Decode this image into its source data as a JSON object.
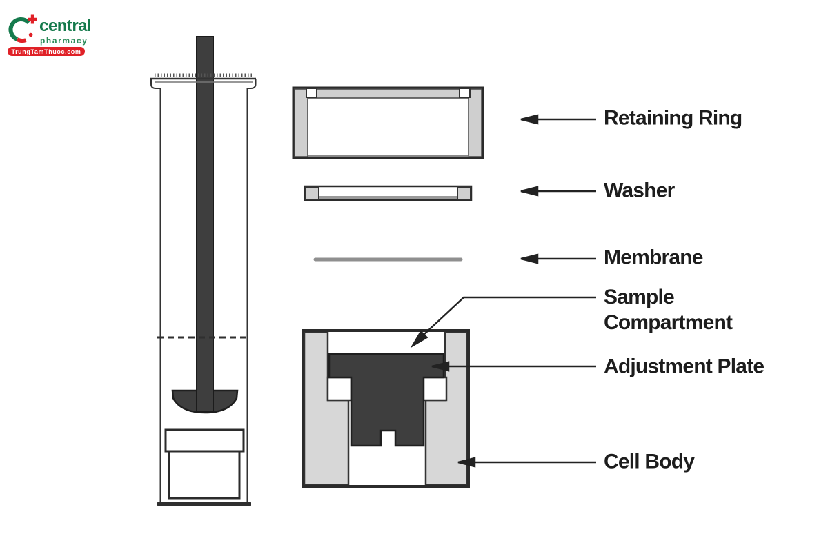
{
  "logo": {
    "brand_name": "central",
    "brand_sub": "pharmacy",
    "badge_text": "TrungTamThuoc.com",
    "green": "#157a4c",
    "red": "#e02127"
  },
  "diagram": {
    "labels": {
      "retaining_ring": "Retaining Ring",
      "washer": "Washer",
      "membrane": "Membrane",
      "sample_compartment_line1": "Sample",
      "sample_compartment_line2": "Compartment",
      "adjustment_plate": "Adjustment Plate",
      "cell_body": "Cell Body"
    },
    "colors": {
      "outline": "#2b2b2b",
      "dark_fill": "#3e3e3e",
      "light_fill": "#d7d7d7",
      "membrane_gray": "#8f8f8f",
      "background": "#ffffff"
    }
  }
}
